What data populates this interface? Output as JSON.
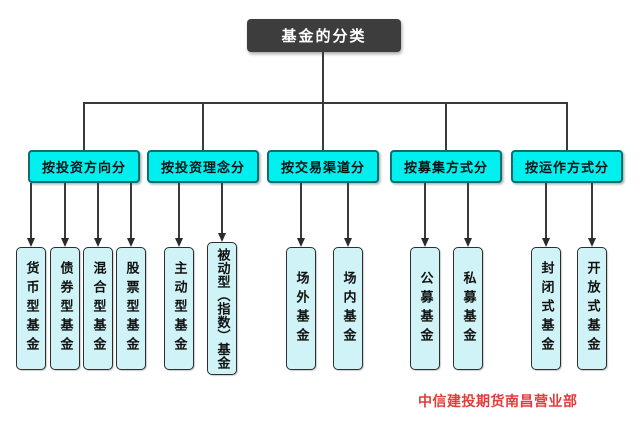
{
  "diagram": {
    "root": "基金的分类",
    "categories": [
      {
        "label": "按投资方向分",
        "children": [
          "货币型基金",
          "债券型基金",
          "混合型基金",
          "股票型基金"
        ]
      },
      {
        "label": "按投资理念分",
        "children": [
          "主动型基金",
          "被动型（指数）基金"
        ]
      },
      {
        "label": "按交易渠道分",
        "children": [
          "场外基金",
          "场内基金"
        ]
      },
      {
        "label": "按募集方式分",
        "children": [
          "公募基金",
          "私募基金"
        ]
      },
      {
        "label": "按运作方式分",
        "children": [
          "封闭式基金",
          "开放式基金"
        ]
      }
    ]
  },
  "footer": "中信建投期货南昌营业部",
  "colors": {
    "root_bg": "#3d3d3d",
    "root_text": "#ffffff",
    "category_fill": "#00efef",
    "category_border": "#0b6d6d",
    "leaf_fill": "#cff3f6",
    "line": "#3a3a3a",
    "footer_color": "#e43b3b"
  }
}
